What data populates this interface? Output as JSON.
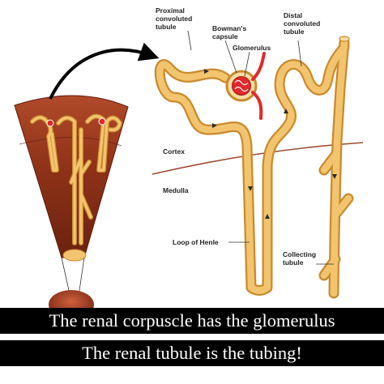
{
  "labels": {
    "proximal_tubule": [
      "Proximal",
      "convoluted",
      "tubule"
    ],
    "bowmans_capsule": [
      "Bowman's",
      "capsule"
    ],
    "glomerulus": "Glomerulus",
    "distal_tubule": [
      "Distal",
      "convoluted",
      "tubule"
    ],
    "cortex": "Cortex",
    "medulla": "Medulla",
    "loop_of_henle": "Loop of Henle",
    "collecting_tubule": [
      "Collecting",
      "tubule"
    ]
  },
  "captions": {
    "line1": "The renal corpuscle has the glomerulus",
    "line2": "The renal tubule is the tubing!"
  },
  "colors": {
    "tubule_fill": "#f2c46e",
    "tubule_edge": "#c98a2e",
    "tissue": "#8e3218",
    "tissue_dark": "#5e1c0d",
    "boundary_line": "#9b4a2f",
    "glomerulus": "#e3282b",
    "caption_bg": "#000000",
    "caption_text": "#ffffff"
  }
}
